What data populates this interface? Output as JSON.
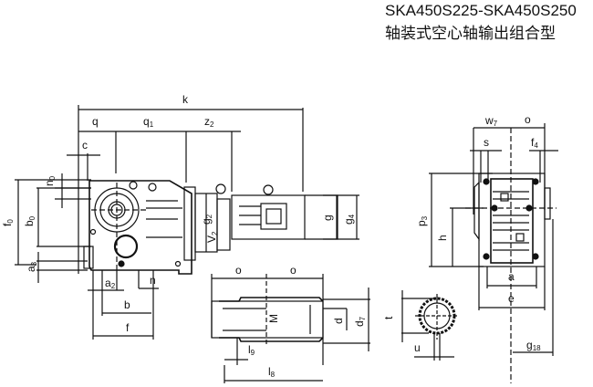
{
  "header": {
    "model_range": "SKA450S225-SKA450S250",
    "subtitle": "轴装式空心轴输出组合型"
  },
  "side_view": {
    "dimensions": {
      "k": "k",
      "q": "q",
      "q1": "q",
      "q1_sub": "1",
      "z2": "z",
      "z2_sub": "2",
      "c": "c",
      "n0": "n",
      "n0_sub": "0",
      "f0": "f",
      "f0_sub": "0",
      "b0": "b",
      "b0_sub": "0",
      "a3": "a",
      "a3_sub": "3",
      "a2": "a",
      "a2_sub": "2",
      "n": "n",
      "b": "b",
      "f": "f",
      "g2": "g",
      "g2_sub": "2",
      "v2": "V",
      "v2_sub": "2",
      "g": "g",
      "g4": "g",
      "g4_sub": "4"
    }
  },
  "shaft_view": {
    "dimensions": {
      "o_left": "o",
      "o_right": "o",
      "M": "M",
      "d": "d",
      "d7": "d",
      "d7_sub": "7",
      "l9": "l",
      "l9_sub": "9",
      "l8": "l",
      "l8_sub": "8"
    }
  },
  "section_view": {
    "dimensions": {
      "t": "t",
      "u": "u"
    }
  },
  "end_view": {
    "dimensions": {
      "w7": "w",
      "w7_sub": "7",
      "o": "o",
      "s": "s",
      "f4": "f",
      "f4_sub": "4",
      "p3": "p",
      "p3_sub": "3",
      "h": "h",
      "a": "a",
      "e": "e",
      "g18": "g",
      "g18_sub": "18"
    }
  },
  "colors": {
    "ink": "#111111",
    "paper": "#ffffff"
  }
}
